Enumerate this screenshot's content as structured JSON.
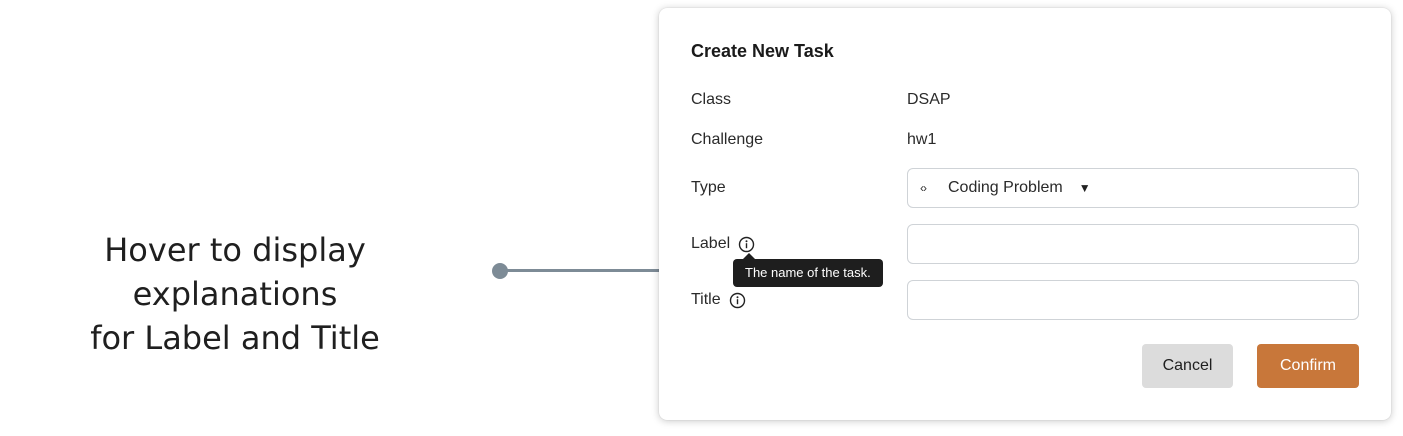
{
  "annotation": {
    "line1": "Hover to display explanations",
    "line2": "for Label and Title"
  },
  "dialog": {
    "title": "Create New Task",
    "fields": {
      "class": {
        "label": "Class",
        "value": "DSAP"
      },
      "challenge": {
        "label": "Challenge",
        "value": "hw1"
      },
      "type": {
        "label": "Type",
        "selected": "Coding Problem",
        "icon": "code-icon"
      },
      "label": {
        "label": "Label",
        "value": "",
        "placeholder": "",
        "icon": "info-icon"
      },
      "title": {
        "label": "Title",
        "value": "",
        "placeholder": "",
        "icon": "info-icon"
      }
    },
    "tooltip": "The name of the task.",
    "buttons": {
      "cancel": "Cancel",
      "confirm": "Confirm"
    }
  },
  "colors": {
    "confirm_button": "#c8773a",
    "cancel_button": "#dcdcdc",
    "connector": "#7d8b96",
    "tooltip_bg": "#1e1e1e"
  }
}
